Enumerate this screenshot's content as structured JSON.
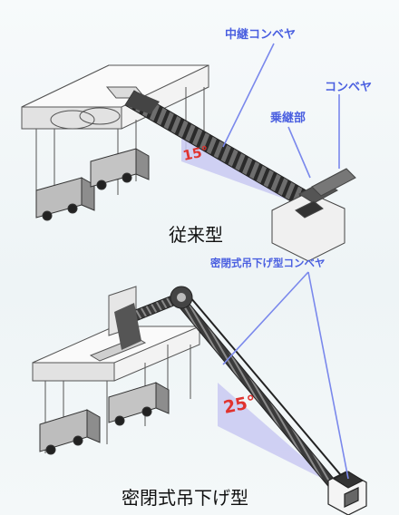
{
  "top_panel": {
    "labels": {
      "relay_conveyor": "中継コンベヤ",
      "conveyor": "コンベヤ",
      "transfer_section": "乗継部"
    },
    "angle": "15°",
    "caption": "従来型"
  },
  "bottom_panel": {
    "labels": {
      "sealed_hanging_conveyor": "密閉式吊下げ型コンベヤ"
    },
    "angle": "25°",
    "caption": "密閉式吊下げ型"
  },
  "colors": {
    "label_blue": "#4a5fe0",
    "leader_line": "#7a88ec",
    "angle_red": "#e0332f",
    "angle_fill": "#c9c9f2"
  }
}
